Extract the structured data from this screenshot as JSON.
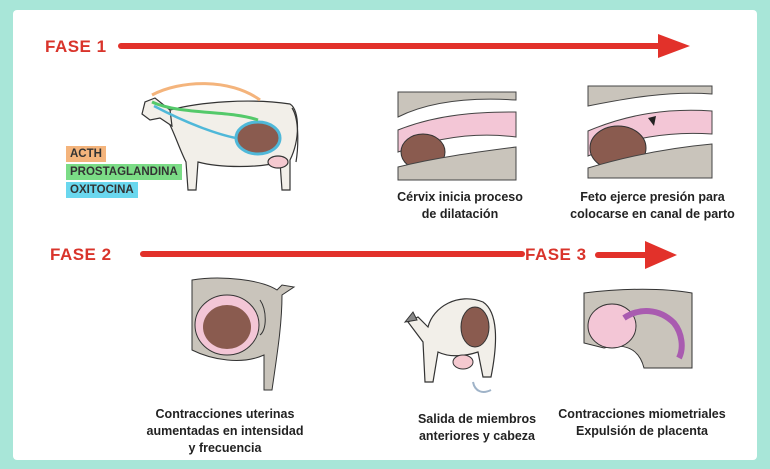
{
  "phases": {
    "fase1": "FASE 1",
    "fase2": "FASE 2",
    "fase3": "FASE 3"
  },
  "legend": [
    {
      "label": "ACTH",
      "color": "#f4b47c"
    },
    {
      "label": "PROSTAGLANDINA",
      "color": "#7bdc86"
    },
    {
      "label": "OXITOCINA",
      "color": "#6ad7ee"
    }
  ],
  "captions": {
    "cervix_1": "Cérvix inicia proceso",
    "cervix_2": "de dilatación",
    "feto_1": "Feto ejerce presión para",
    "feto_2": "colocarse en canal de parto",
    "contr_1": "Contracciones uterinas",
    "contr_2": "aumentadas en intensidad",
    "contr_3": "y frecuencia",
    "salida_1": "Salida de miembros",
    "salida_2": "anteriores y cabeza",
    "miom_1": "Contracciones miometriales",
    "miom_2": "Expulsión de placenta"
  },
  "colors": {
    "arrow": "#e2312a",
    "background": "#a8e6d8"
  }
}
